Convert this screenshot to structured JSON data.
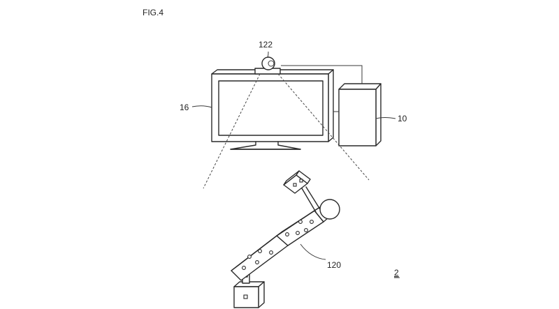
{
  "figure": {
    "title": "FIG.4"
  },
  "labels": {
    "camera": "122",
    "display": "16",
    "console": "10",
    "controller": "120",
    "system": "2"
  }
}
